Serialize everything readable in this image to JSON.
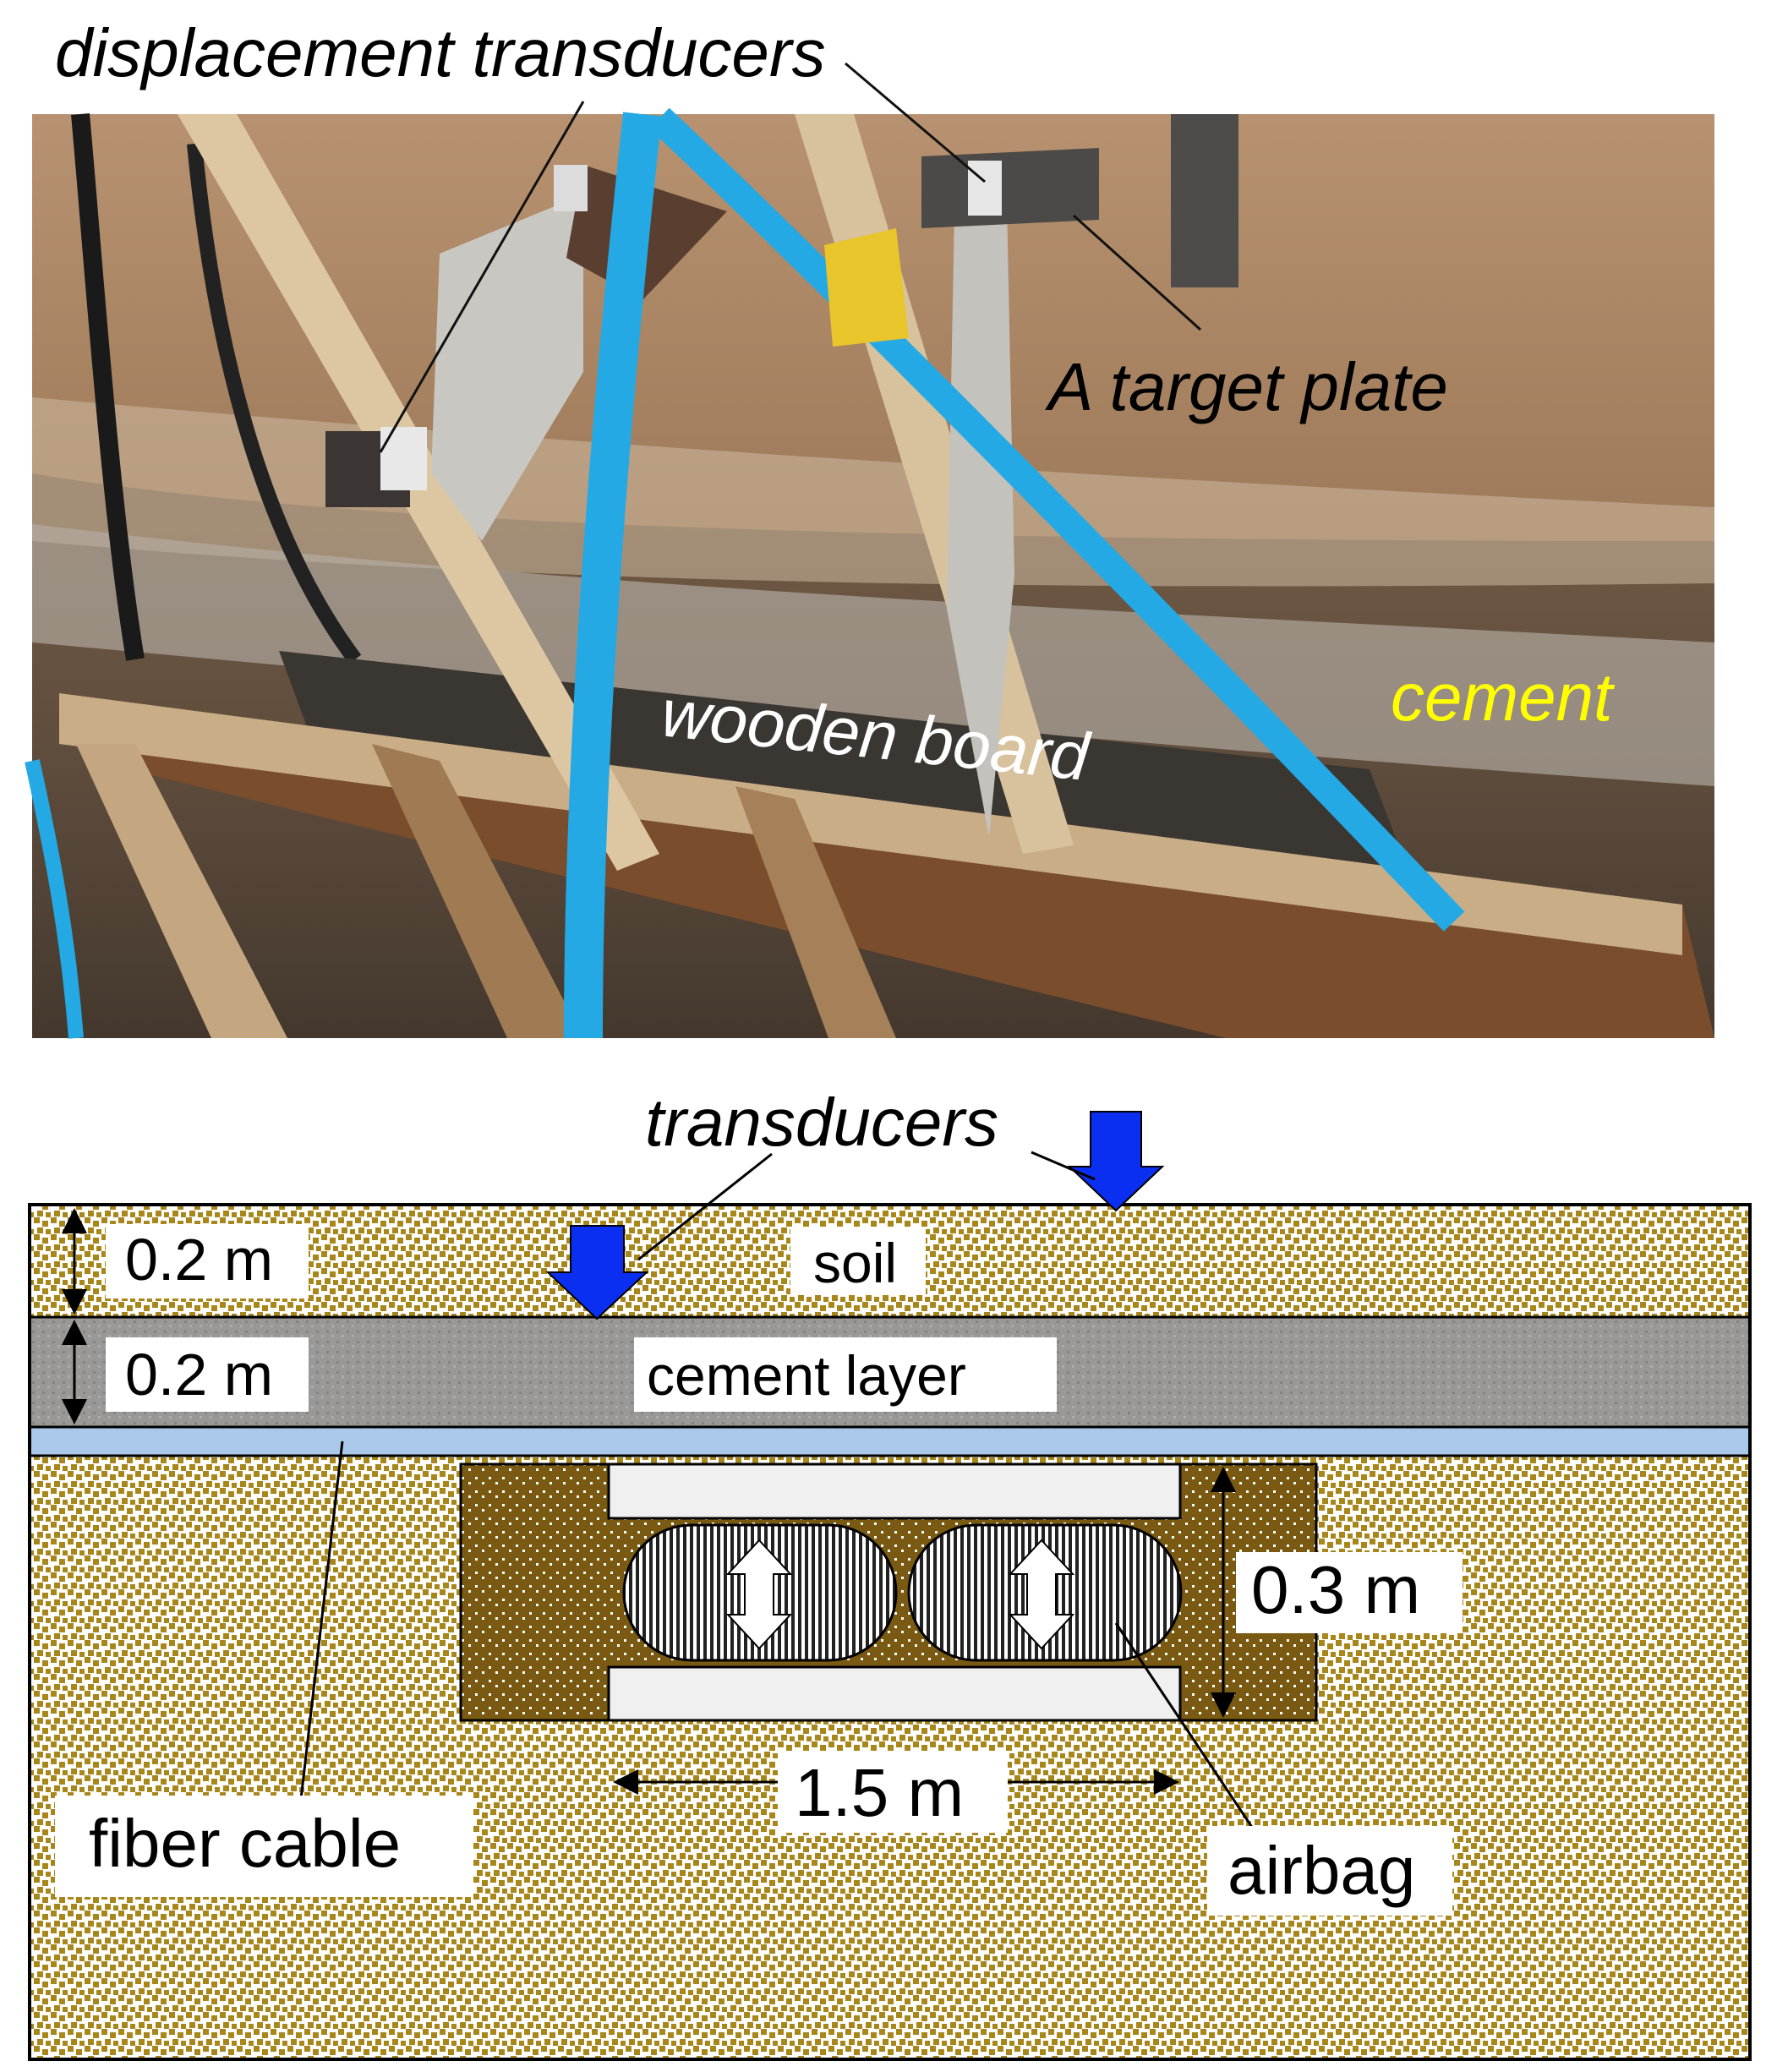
{
  "photo": {
    "labels": {
      "displacement_transducers": "displacement transducers",
      "target_plate": "A target plate",
      "wooden_board": "wooden board",
      "cement": "cement"
    }
  },
  "diagram": {
    "labels": {
      "transducers": "transducers",
      "soil": "soil",
      "cement_layer": "cement layer",
      "fiber_cable": "fiber cable",
      "airbag": "airbag"
    },
    "dimensions": {
      "soil_thickness": "0.2 m",
      "cement_thickness": "0.2 m",
      "airbag_height": "0.3 m",
      "airbag_span": "1.5 m"
    }
  },
  "colors": {
    "soil_dot": "#a8861a",
    "soil_dark": "#7a5a12",
    "cement": "#9a9896",
    "fiber": "#a9c8ea",
    "plate": "#f0f0f0",
    "arrow_blue": "#0b2ff0",
    "hose_blue": "#25a9e4",
    "cement_label": "#ffff00"
  }
}
